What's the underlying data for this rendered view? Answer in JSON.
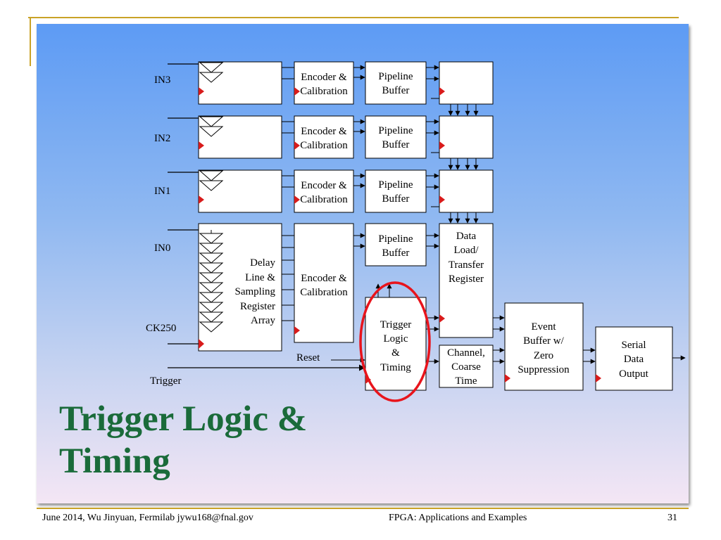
{
  "slide": {
    "title_line1": "Trigger Logic &",
    "title_line2": "Timing",
    "footer_left": "June 2014, Wu Jinyuan, Fermilab jywu168@fnal.gov",
    "footer_center": "FPGA: Applications and Examples",
    "page_number": "31"
  },
  "diagram": {
    "inputs": {
      "in3": "IN3",
      "in2": "IN2",
      "in1": "IN1",
      "in0": "IN0",
      "ck250": "CK250",
      "trigger": "Trigger",
      "reset": "Reset"
    },
    "blocks": {
      "encoder_line1": "Encoder &",
      "encoder_line2": "Calibration",
      "pipeline_line1": "Pipeline",
      "pipeline_line2": "Buffer",
      "delay_line1": "Delay",
      "delay_line2": "Line &",
      "delay_line3": "Sampling",
      "delay_line4": "Register",
      "delay_line5": "Array",
      "dataload_line1": "Data",
      "dataload_line2": "Load/",
      "dataload_line3": "Transfer",
      "dataload_line4": "Register",
      "trigger_line1": "Trigger",
      "trigger_line2": "Logic",
      "trigger_line3": "&",
      "trigger_line4": "Timing",
      "channel_line1": "Channel,",
      "channel_line2": "Coarse",
      "channel_line3": "Time",
      "event_line1": "Event",
      "event_line2": "Buffer w/",
      "event_line3": "Zero",
      "event_line4": "Suppression",
      "serial_line1": "Serial",
      "serial_line2": "Data",
      "serial_line3": "Output"
    },
    "highlight_color": "#e8141c",
    "clock_marker_color": "#d81b1b"
  }
}
